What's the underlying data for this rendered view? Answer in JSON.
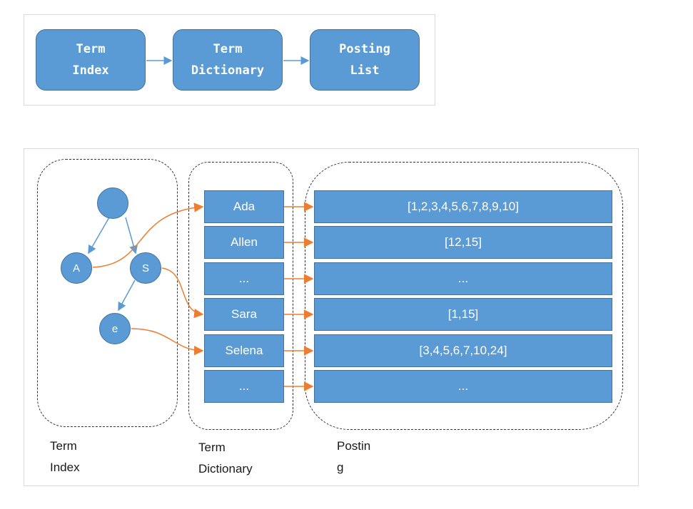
{
  "flow": {
    "boxes": [
      {
        "line1": "Term",
        "line2": "Index"
      },
      {
        "line1": "Term",
        "line2": "Dictionary"
      },
      {
        "line1": "Posting",
        "line2": "List"
      }
    ]
  },
  "tree": {
    "root": "",
    "nodes": {
      "a": "A",
      "s": "S",
      "e": "e"
    }
  },
  "dictionary": [
    "Ada",
    "Allen",
    "...",
    "Sara",
    "Selena",
    "..."
  ],
  "postings": [
    "[1,2,3,4,5,6,7,8,9,10]",
    "[12,15]",
    "...",
    "[1,15]",
    "[3,4,5,6,7,10,24]",
    "..."
  ],
  "captions": {
    "index": {
      "line1": "Term",
      "line2": "Index"
    },
    "dictionary": {
      "line1": "Term",
      "line2": "Dictionary"
    },
    "posting": {
      "line1": "Postin",
      "line2": "g"
    }
  },
  "colors": {
    "box_fill": "#5b9bd5",
    "box_border": "#41719c",
    "tree_edge": "#5b9bd5",
    "link_arrow": "#ed7d31"
  }
}
